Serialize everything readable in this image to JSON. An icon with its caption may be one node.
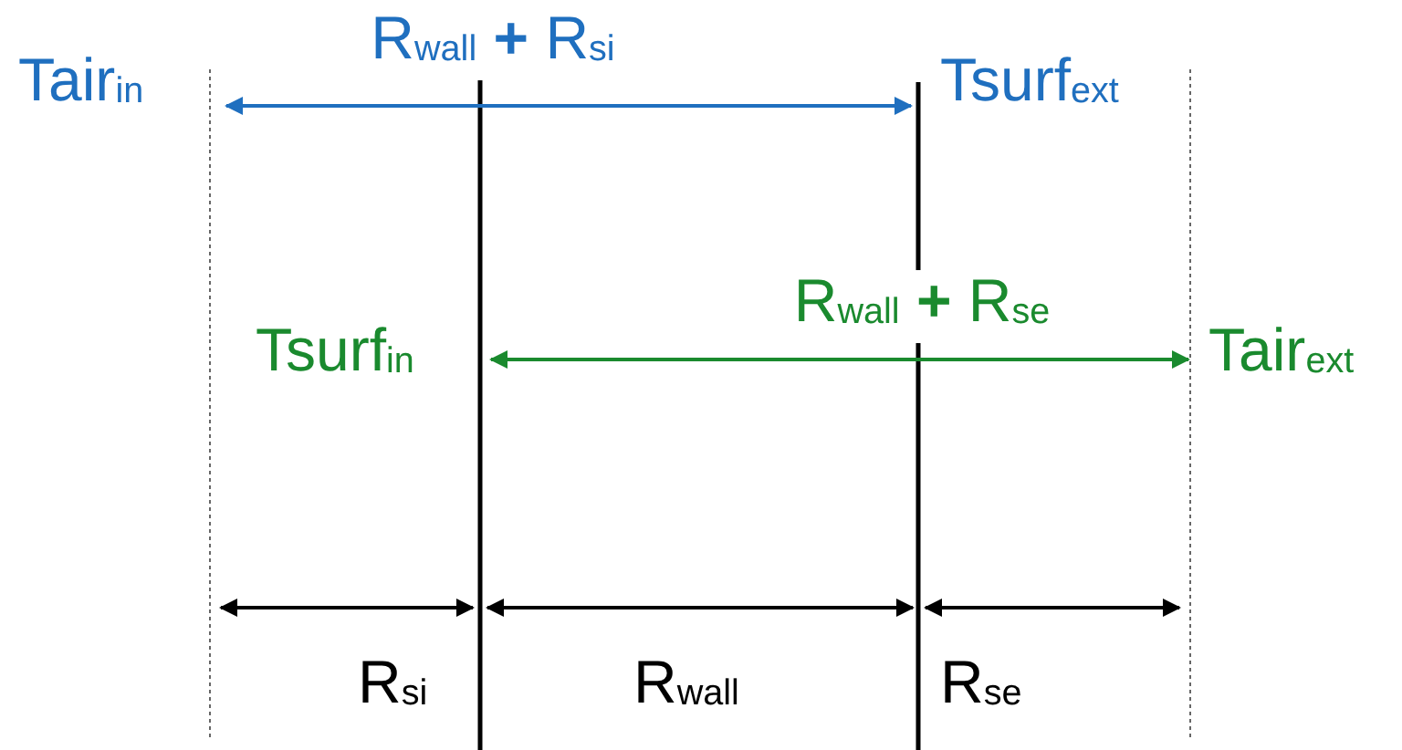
{
  "diagram": {
    "nodes": [
      {
        "text": [
          "Tair$_{in}$"
        ]
      },
      {
        "text": [
          "Tsurf$_{ext}$"
        ]
      },
      {
        "text": [
          "Tsurf$_{in}$"
        ]
      },
      {
        "text": [
          "Tair$_{ext}$"
        ]
      }
    ],
    "edges": [
      {
        "from": 0,
        "to": 1,
        "arrow": "both",
        "label": "R$_{wall}$ **+** R$_{si}$",
        "color": "#1f6fbf"
      },
      {
        "from": 2,
        "to": 3,
        "arrow": "both",
        "label": "R$_{wall}$ **+** R$_{se}$",
        "color": "#1a8a2e"
      }
    ],
    "labels": [
      "R$_{si}$",
      "R$_{wall}$",
      "R$_{se}$"
    ]
  }
}
